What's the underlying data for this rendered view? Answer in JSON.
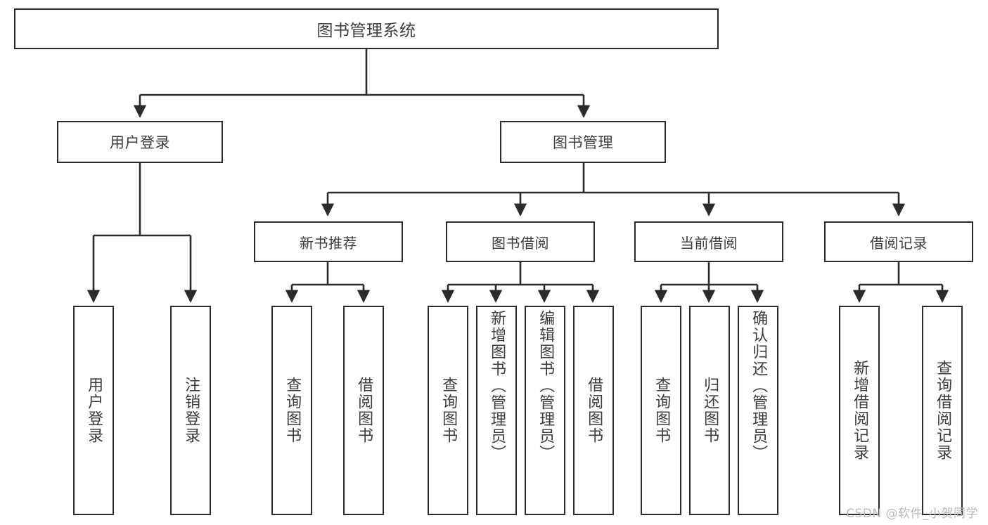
{
  "diagram": {
    "title": "图书管理系统",
    "type": "tree-hierarchy-diagram",
    "colors": {
      "border": "#2b2b2b",
      "text": "#3c3c3c",
      "background": "#ffffff",
      "watermark": "#b9b9b9"
    },
    "root": {
      "label": "图书管理系统"
    },
    "level2": [
      {
        "label": "用户登录"
      },
      {
        "label": "图书管理"
      }
    ],
    "level3": [
      {
        "label": "新书推荐"
      },
      {
        "label": "图书借阅"
      },
      {
        "label": "当前借阅"
      },
      {
        "label": "借阅记录"
      }
    ],
    "leaves": {
      "user_login": [
        {
          "label": "用户登录"
        },
        {
          "label": "注销登录"
        }
      ],
      "new_book_recommend": [
        {
          "label": "查询图书"
        },
        {
          "label": "借阅图书"
        }
      ],
      "book_borrow": [
        {
          "label": "查询图书"
        },
        {
          "label": "新增图书（管理员）"
        },
        {
          "label": "编辑图书（管理员）"
        },
        {
          "label": "借阅图书"
        }
      ],
      "current_borrow": [
        {
          "label": "查询图书"
        },
        {
          "label": "归还图书"
        },
        {
          "label": "确认归还（管理员）"
        }
      ],
      "borrow_record": [
        {
          "label": "新增借阅记录"
        },
        {
          "label": "查询借阅记录"
        }
      ]
    }
  },
  "watermark": {
    "text": "CSDN @软件_小贺同学"
  }
}
